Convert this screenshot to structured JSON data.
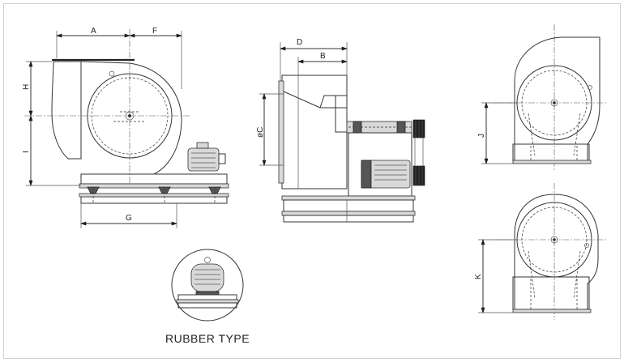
{
  "dimensions": {
    "A": "A",
    "F": "F",
    "H": "H",
    "I": "I",
    "G": "G",
    "D": "D",
    "B": "B",
    "C": "øC",
    "J": "J",
    "K": "K"
  },
  "caption": "RUBBER TYPE"
}
